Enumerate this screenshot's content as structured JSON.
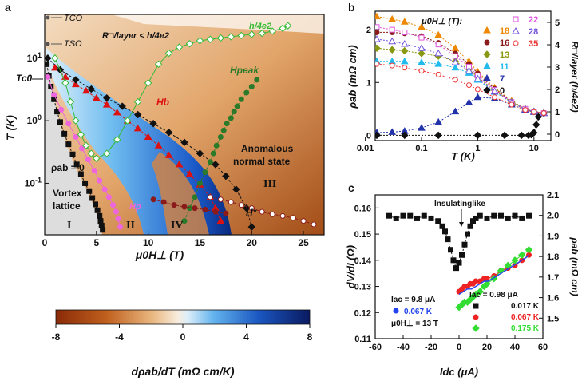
{
  "panels": {
    "a": "a",
    "b": "b",
    "c": "c"
  },
  "chart_data": [
    {
      "panel": "a",
      "type": "scatter",
      "xlabel": "μ0H⊥ (T)",
      "ylabel": "T (K)",
      "xlim": [
        0,
        27
      ],
      "ylim": [
        0.015,
        50
      ],
      "yscale": "log",
      "xticks": [
        "0",
        "5",
        "10",
        "15",
        "20",
        "25"
      ],
      "yticks": [
        "10^-1",
        "10^0",
        "10^1"
      ],
      "heatmap": "dρab/dT (mΩ cm/K)",
      "colorbar": {
        "label": "dρab/dT (mΩ cm/K)",
        "ticks": [
          "-8",
          "-4",
          "0",
          "4",
          "8"
        ],
        "range": [
          -8,
          8
        ]
      },
      "annotations": {
        "tco": "TCO",
        "tso": "TSO",
        "tc0": "Tc0",
        "rsheet": "R□/layer < h/4e2",
        "h4e2": "h/4e2",
        "hpeak": "Hpeak",
        "hb": "Hb",
        "hp": "Hp",
        "hstar": "H*",
        "anomalous1": "Anomalous",
        "anomalous2": "normal state",
        "rho0": "ρab = 0",
        "vortex1": "Vortex",
        "vortex2": "lattice",
        "r1": "I",
        "r2": "II",
        "r3": "III",
        "r4": "IV"
      },
      "series": [
        {
          "name": "vortex-lattice-boundary",
          "color": "#111111",
          "x": [
            0.2,
            0.4,
            0.6,
            0.9,
            1.2,
            1.5,
            1.9,
            2.3,
            2.7,
            3.1,
            3.5,
            3.9,
            4.3,
            4.6,
            4.9,
            5.1,
            5.3,
            5.4,
            5.5,
            5.6
          ],
          "y": [
            8,
            5.2,
            3.5,
            2.2,
            1.4,
            0.95,
            0.62,
            0.42,
            0.29,
            0.2,
            0.14,
            0.1,
            0.075,
            0.058,
            0.046,
            0.037,
            0.03,
            0.025,
            0.021,
            0.018
          ]
        },
        {
          "name": "Hp",
          "color": "#ee66dd",
          "x": [
            0.3,
            0.9,
            1.6,
            2.3,
            3,
            3.6,
            4.2,
            4.8,
            5.3,
            5.8,
            6.2,
            6.6,
            6.9,
            7.1,
            7.3
          ],
          "y": [
            5,
            2.6,
            1.5,
            0.9,
            0.55,
            0.36,
            0.24,
            0.16,
            0.11,
            0.08,
            0.06,
            0.045,
            0.035,
            0.027,
            0.02
          ]
        },
        {
          "name": "Hb",
          "color": "#dd1111",
          "x": [
            1,
            2,
            3,
            4,
            5,
            6,
            7,
            8,
            9,
            10,
            11,
            12,
            13,
            14,
            15,
            16,
            16.5,
            17
          ],
          "y": [
            7,
            5,
            3.8,
            3,
            2.3,
            1.8,
            1.35,
            1,
            0.75,
            0.55,
            0.4,
            0.28,
            0.2,
            0.14,
            0.095,
            0.06,
            0.04,
            0.025
          ]
        },
        {
          "name": "black-diamond",
          "color": "#111111",
          "x": [
            0.3,
            1.5,
            3,
            4.5,
            6,
            7.5,
            9,
            10.5,
            12,
            13.5,
            15,
            16.5,
            17.5,
            18.5,
            19.5,
            20
          ],
          "y": [
            10,
            6.5,
            4.5,
            3.2,
            2.3,
            1.7,
            1.25,
            0.9,
            0.65,
            0.45,
            0.3,
            0.2,
            0.13,
            0.08,
            0.04,
            0.02
          ]
        },
        {
          "name": "h/4e2",
          "color": "#33bb33",
          "x": [
            1,
            2,
            2.5,
            3,
            3.5,
            4,
            4.5,
            5,
            6,
            7,
            8,
            9,
            10,
            11,
            12,
            13,
            14,
            15,
            16,
            17,
            18,
            19,
            20,
            21,
            22,
            23,
            23.5
          ],
          "y": [
            10,
            4,
            2,
            1,
            0.6,
            0.4,
            0.3,
            0.25,
            0.3,
            0.5,
            1,
            2,
            4,
            8,
            12,
            15,
            17,
            19,
            20,
            21,
            22,
            23,
            24,
            25,
            27,
            30,
            33
          ]
        },
        {
          "name": "Hpeak",
          "color": "#2a7a2a",
          "x": [
            13.5,
            14,
            14.5,
            15,
            15.5,
            16,
            16.3,
            16.6,
            17,
            17.3,
            17.6,
            18,
            18.3,
            18.6,
            19,
            19.5,
            20,
            20.5
          ],
          "y": [
            0.025,
            0.04,
            0.06,
            0.1,
            0.15,
            0.22,
            0.3,
            0.4,
            0.55,
            0.7,
            0.9,
            1.1,
            1.4,
            1.7,
            2.2,
            2.8,
            3.5,
            4.5
          ]
        },
        {
          "name": "IV-boundary",
          "color": "#8b1a1a",
          "x": [
            10.5,
            11.5,
            12.5,
            13.5,
            14.5,
            15.5,
            16.5,
            17.5
          ],
          "y": [
            0.055,
            0.05,
            0.045,
            0.042,
            0.04,
            0.038,
            0.035,
            0.033
          ]
        },
        {
          "name": "H*",
          "color": "#8b1a1a",
          "x": [
            16,
            17,
            18,
            19,
            20,
            21,
            22,
            23,
            24,
            25,
            26
          ],
          "y": [
            0.06,
            0.055,
            0.05,
            0.045,
            0.04,
            0.035,
            0.032,
            0.03,
            0.028,
            0.025,
            0.022
          ]
        }
      ]
    },
    {
      "panel": "b",
      "type": "line",
      "xlabel": "T (K)",
      "ylabel": "ρab (mΩ cm)",
      "y2label": "R□/layer (h/4e2)",
      "xscale": "log",
      "xlim": [
        0.015,
        20
      ],
      "ylim": [
        -0.1,
        2.35
      ],
      "y2ticks": [
        "0",
        "1",
        "2",
        "3",
        "4",
        "5"
      ],
      "xticks": [
        "0.01",
        "0.1",
        "1",
        "10"
      ],
      "yticks": [
        "0",
        "1",
        "2"
      ],
      "legend_title": "μ0H⊥ (T):",
      "legend": [
        {
          "label": "18",
          "color": "#ee8800"
        },
        {
          "label": "16",
          "color": "#8b1a1a"
        },
        {
          "label": "13",
          "color": "#889911"
        },
        {
          "label": "11",
          "color": "#22bbee"
        },
        {
          "label": "7",
          "color": "#2233aa"
        },
        {
          "label": "0",
          "color": "#111111"
        },
        {
          "label": "22",
          "color": "#dd55dd"
        },
        {
          "label": "28",
          "color": "#7755dd"
        },
        {
          "label": "35",
          "color": "#ee3333"
        }
      ],
      "series": [
        {
          "name": "18",
          "color": "#ee8800",
          "x": [
            0.016,
            0.03,
            0.05,
            0.1,
            0.2,
            0.4,
            0.7,
            1,
            2,
            4,
            7,
            10,
            15
          ],
          "y": [
            2.25,
            2.2,
            2.15,
            2.05,
            1.9,
            1.65,
            1.4,
            1.2,
            0.9,
            0.65,
            0.5,
            0.45,
            0.42
          ]
        },
        {
          "name": "16",
          "color": "#8b1a1a",
          "x": [
            0.016,
            0.03,
            0.05,
            0.1,
            0.2,
            0.4,
            0.7,
            1,
            2,
            4,
            7,
            10,
            15
          ],
          "y": [
            1.95,
            1.95,
            1.93,
            1.88,
            1.75,
            1.55,
            1.35,
            1.17,
            0.88,
            0.64,
            0.5,
            0.45,
            0.42
          ]
        },
        {
          "name": "13",
          "color": "#889911",
          "x": [
            0.016,
            0.03,
            0.05,
            0.1,
            0.2,
            0.4,
            0.7,
            1,
            2,
            4,
            7,
            10,
            15
          ],
          "y": [
            1.65,
            1.62,
            1.6,
            1.55,
            1.5,
            1.4,
            1.25,
            1.1,
            0.85,
            0.63,
            0.5,
            0.45,
            0.42
          ]
        },
        {
          "name": "11",
          "color": "#22bbee",
          "x": [
            0.016,
            0.03,
            0.05,
            0.1,
            0.2,
            0.4,
            0.7,
            1,
            2,
            4,
            7,
            10,
            15
          ],
          "y": [
            1.4,
            1.4,
            1.4,
            1.38,
            1.35,
            1.28,
            1.18,
            1.05,
            0.82,
            0.62,
            0.49,
            0.45,
            0.42
          ]
        },
        {
          "name": "7",
          "color": "#2233aa",
          "x": [
            0.016,
            0.03,
            0.05,
            0.1,
            0.2,
            0.4,
            0.7,
            1,
            2,
            4,
            7,
            10,
            15
          ],
          "y": [
            0.05,
            0.06,
            0.08,
            0.14,
            0.25,
            0.45,
            0.62,
            0.72,
            0.7,
            0.58,
            0.48,
            0.44,
            0.42
          ]
        },
        {
          "name": "0",
          "color": "#111111",
          "x": [
            0.016,
            0.05,
            0.2,
            1,
            3,
            6,
            8,
            9,
            10,
            11,
            12,
            15
          ],
          "y": [
            0,
            0,
            0,
            0,
            0,
            0,
            0,
            0.01,
            0.05,
            0.2,
            0.35,
            0.42
          ]
        },
        {
          "name": "22",
          "color": "#dd55dd",
          "x": [
            0.016,
            0.03,
            0.05,
            0.1,
            0.2,
            0.4,
            0.7,
            1,
            2,
            4,
            7,
            10,
            15
          ],
          "y": [
            2.05,
            2.0,
            1.95,
            1.85,
            1.72,
            1.5,
            1.3,
            1.13,
            0.86,
            0.63,
            0.5,
            0.45,
            0.42
          ]
        },
        {
          "name": "28",
          "color": "#7755dd",
          "x": [
            0.016,
            0.03,
            0.05,
            0.1,
            0.2,
            0.4,
            0.7,
            1,
            2,
            4,
            7,
            10,
            15
          ],
          "y": [
            1.82,
            1.78,
            1.73,
            1.65,
            1.55,
            1.38,
            1.22,
            1.07,
            0.83,
            0.62,
            0.49,
            0.45,
            0.42
          ]
        },
        {
          "name": "35",
          "color": "#ee3333",
          "x": [
            0.016,
            0.03,
            0.05,
            0.1,
            0.2,
            0.4,
            0.7,
            1,
            2,
            4,
            7,
            10,
            15
          ],
          "y": [
            1.35,
            1.32,
            1.28,
            1.22,
            1.15,
            1.05,
            0.95,
            0.87,
            0.72,
            0.58,
            0.48,
            0.44,
            0.42
          ]
        }
      ]
    },
    {
      "panel": "c",
      "type": "scatter",
      "xlabel": "Idc (μA)",
      "ylabel": "dV/dI (Ω)",
      "y2label": "ρab (mΩ cm)",
      "xlim": [
        -60,
        60
      ],
      "ylim": [
        0.11,
        0.165
      ],
      "y2lim": [
        1.4,
        2.1
      ],
      "xticks": [
        "-60",
        "-40",
        "-20",
        "0",
        "20",
        "40",
        "60"
      ],
      "yticks": [
        "0.11",
        "0.12",
        "0.13",
        "0.14",
        "0.15",
        "0.16"
      ],
      "y2ticks": [
        "1.5",
        "1.6",
        "1.7",
        "1.8",
        "1.9",
        "2.0",
        "2.1"
      ],
      "annotation": "Insulatinglike",
      "legend_left": {
        "title": "Iac = 9.8 μA",
        "entries": [
          {
            "label": "0.067 K",
            "color": "#2244ee"
          }
        ],
        "field": "μ0H⊥ = 13 T"
      },
      "legend_right": {
        "title": "Iac = 0.98 μA",
        "entries": [
          {
            "label": "0.017 K",
            "color": "#111111"
          },
          {
            "label": "0.067 K",
            "color": "#ee2222"
          },
          {
            "label": "0.175 K",
            "color": "#33dd33"
          }
        ]
      },
      "series": [
        {
          "name": "0.017 K",
          "color": "#111111",
          "x": [
            -50,
            -45,
            -40,
            -35,
            -30,
            -25,
            -20,
            -15,
            -12,
            -10,
            -8,
            -6,
            -4,
            -2,
            0,
            2,
            4,
            6,
            8,
            10,
            12,
            15,
            20,
            25,
            30,
            35,
            40,
            45,
            50
          ],
          "y": [
            0.157,
            0.156,
            0.157,
            0.157,
            0.156,
            0.157,
            0.156,
            0.155,
            0.153,
            0.151,
            0.148,
            0.144,
            0.14,
            0.137,
            0.139,
            0.142,
            0.146,
            0.15,
            0.153,
            0.155,
            0.156,
            0.157,
            0.156,
            0.157,
            0.157,
            0.156,
            0.157,
            0.156,
            0.157
          ]
        },
        {
          "name": "0.067 K (0.98 μA)",
          "color": "#ee2222",
          "x": [
            0,
            2,
            4,
            6,
            8,
            10,
            12,
            15,
            18,
            20,
            25,
            30,
            35,
            40,
            45,
            50
          ],
          "y": [
            0.128,
            0.129,
            0.13,
            0.13,
            0.131,
            0.131,
            0.132,
            0.132,
            0.133,
            0.133,
            0.134,
            0.136,
            0.137,
            0.138,
            0.14,
            0.142
          ]
        },
        {
          "name": "0.175 K",
          "color": "#33dd33",
          "x": [
            0,
            2,
            4,
            6,
            8,
            10,
            12,
            15,
            18,
            20,
            25,
            30,
            35,
            40,
            45,
            50
          ],
          "y": [
            0.122,
            0.123,
            0.124,
            0.124,
            0.125,
            0.126,
            0.127,
            0.128,
            0.13,
            0.131,
            0.133,
            0.136,
            0.138,
            0.14,
            0.142,
            0.144
          ]
        },
        {
          "name": "0.067 K (9.8 μA)",
          "color": "#2244ee",
          "x": [
            0,
            3,
            6,
            9,
            12,
            15,
            18,
            21,
            24,
            27,
            30,
            33,
            36,
            39,
            42,
            45,
            48,
            50
          ],
          "y": [
            0.127,
            0.128,
            0.129,
            0.129,
            0.13,
            0.131,
            0.132,
            0.132,
            0.133,
            0.134,
            0.135,
            0.136,
            0.137,
            0.138,
            0.139,
            0.14,
            0.141,
            0.142
          ]
        }
      ]
    }
  ]
}
